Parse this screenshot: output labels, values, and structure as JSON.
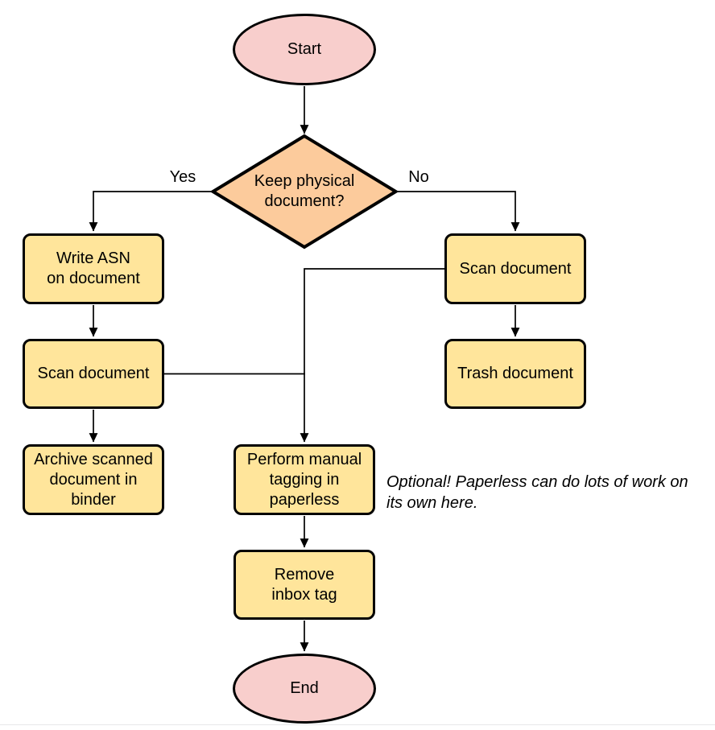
{
  "colors": {
    "canvas-bg": "#FFFFFF",
    "terminal-fill": "#F8CECC",
    "decision-fill": "#FCCB9C",
    "process-fill": "#FFE59B",
    "node-stroke": "#000000",
    "edge-color": "#000000",
    "text-color": "#000000",
    "footer-line": "#E8E8E9"
  },
  "nodes": {
    "start": {
      "type": "terminal",
      "label": [
        "Start"
      ]
    },
    "decision": {
      "type": "decision",
      "label": [
        "Keep physical",
        "document?"
      ]
    },
    "write_asn": {
      "type": "process",
      "label": [
        "Write ASN",
        "on document"
      ]
    },
    "scan_left": {
      "type": "process",
      "label": [
        "Scan document"
      ]
    },
    "archive": {
      "type": "process",
      "label": [
        "Archive scanned",
        "document in",
        "binder"
      ]
    },
    "scan_right": {
      "type": "process",
      "label": [
        "Scan document"
      ]
    },
    "trash": {
      "type": "process",
      "label": [
        "Trash document"
      ]
    },
    "tagging": {
      "type": "process",
      "label": [
        "Perform manual",
        "tagging in",
        "paperless"
      ]
    },
    "remove_inbox": {
      "type": "process",
      "label": [
        "Remove",
        "inbox tag"
      ]
    },
    "end": {
      "type": "terminal",
      "label": [
        "End"
      ]
    }
  },
  "edge_labels": {
    "yes": "Yes",
    "no": "No"
  },
  "annotation": {
    "lines": [
      "Optional! Paperless can do lots of work on",
      "its own here."
    ]
  }
}
